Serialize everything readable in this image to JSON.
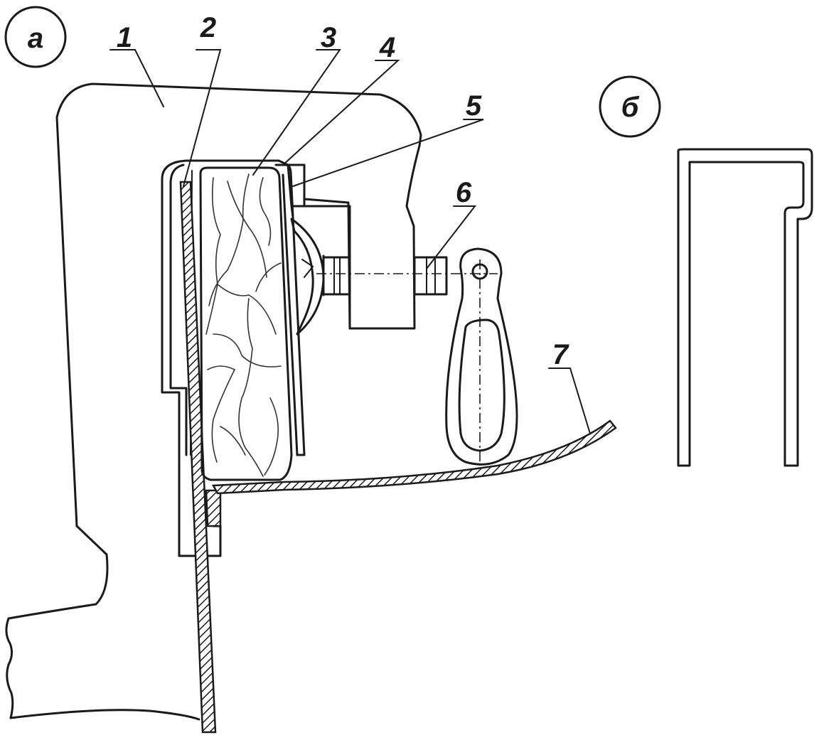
{
  "panels": {
    "a": "а",
    "b": "б"
  },
  "callouts": [
    "1",
    "2",
    "3",
    "4",
    "5",
    "6",
    "7"
  ]
}
